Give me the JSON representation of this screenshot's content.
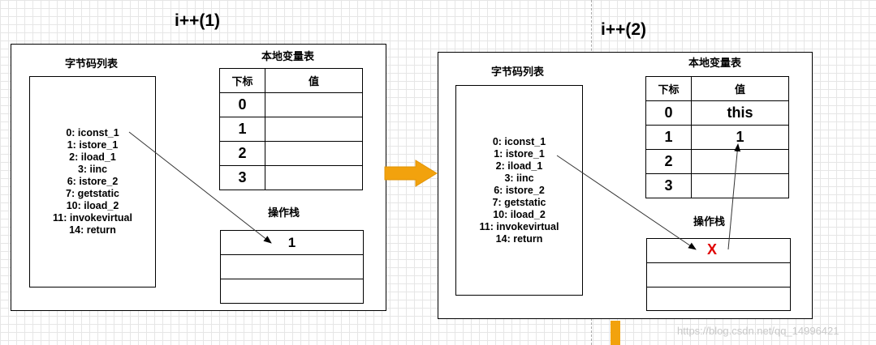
{
  "left": {
    "title": "i++(1)",
    "bytecode_label": "字节码列表",
    "bytecode": [
      "0: iconst_1",
      "1: istore_1",
      "2: iload_1",
      "3: iinc",
      "6: istore_2",
      "7: getstatic",
      "10: iload_2",
      "11: invokevirtual",
      "14: return"
    ],
    "vars_label": "本地变量表",
    "vars_header": {
      "index": "下标",
      "value": "值"
    },
    "vars_rows": [
      {
        "index": "0",
        "value": ""
      },
      {
        "index": "1",
        "value": ""
      },
      {
        "index": "2",
        "value": ""
      },
      {
        "index": "3",
        "value": ""
      }
    ],
    "stack_label": "操作栈",
    "stack_rows": [
      "1",
      "",
      ""
    ]
  },
  "right": {
    "title": "i++(2)",
    "bytecode_label": "字节码列表",
    "bytecode": [
      "0: iconst_1",
      "1: istore_1",
      "2: iload_1",
      "3: iinc",
      "6: istore_2",
      "7: getstatic",
      "10: iload_2",
      "11: invokevirtual",
      "14: return"
    ],
    "vars_label": "本地变量表",
    "vars_header": {
      "index": "下标",
      "value": "值"
    },
    "vars_rows": [
      {
        "index": "0",
        "value": "this"
      },
      {
        "index": "1",
        "value": "1"
      },
      {
        "index": "2",
        "value": ""
      },
      {
        "index": "3",
        "value": ""
      }
    ],
    "stack_label": "操作栈",
    "stack_rows": [
      "",
      "",
      ""
    ],
    "removed_mark": "X"
  },
  "watermark": "https://blog.csdn.net/qq_14996421",
  "colors": {
    "arrow": "#f2a20d",
    "removed_mark": "#e00000",
    "stroke": "#000000"
  }
}
